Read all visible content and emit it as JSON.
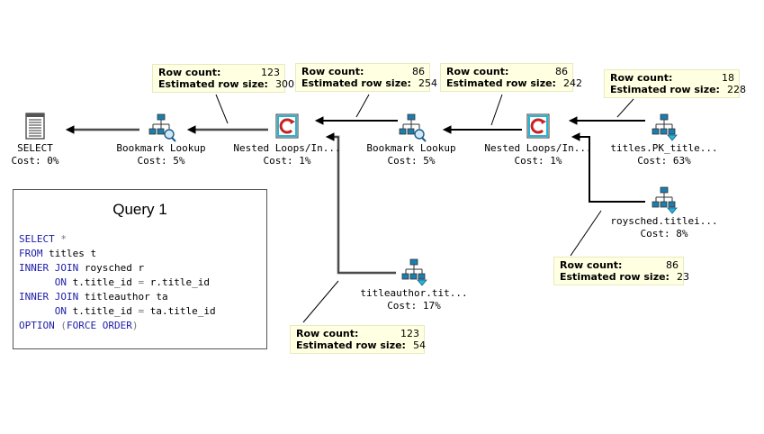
{
  "nodes": {
    "select": {
      "label": "SELECT",
      "cost": "Cost: 0%"
    },
    "bookmark1": {
      "label": "Bookmark Lookup",
      "cost": "Cost: 5%"
    },
    "nested1": {
      "label": "Nested Loops/In...",
      "cost": "Cost: 1%"
    },
    "bookmark2": {
      "label": "Bookmark Lookup",
      "cost": "Cost: 5%"
    },
    "nested2": {
      "label": "Nested Loops/In...",
      "cost": "Cost: 1%"
    },
    "titles": {
      "label": "titles.PK_title...",
      "cost": "Cost: 63%"
    },
    "roysched": {
      "label": "roysched.titlei...",
      "cost": "Cost: 8%"
    },
    "titleauthor": {
      "label": "titleauthor.tit...",
      "cost": "Cost: 17%"
    }
  },
  "tooltips": {
    "t1": {
      "row_count_label": "Row count:",
      "row_count": "123",
      "row_size_label": "Estimated row size:",
      "row_size": "300"
    },
    "t2": {
      "row_count_label": "Row count:",
      "row_count": "86",
      "row_size_label": "Estimated row size:",
      "row_size": "254"
    },
    "t3": {
      "row_count_label": "Row count:",
      "row_count": "86",
      "row_size_label": "Estimated row size:",
      "row_size": "242"
    },
    "t4": {
      "row_count_label": "Row count:",
      "row_count": "18",
      "row_size_label": "Estimated row size:",
      "row_size": "228"
    },
    "t5": {
      "row_count_label": "Row count:",
      "row_count": "86",
      "row_size_label": "Estimated row size:",
      "row_size": "23"
    },
    "t6": {
      "row_count_label": "Row count:",
      "row_count": "123",
      "row_size_label": "Estimated row size:",
      "row_size": "54"
    }
  },
  "query": {
    "title": "Query 1",
    "lines": [
      "SELECT *",
      "FROM titles t",
      "INNER JOIN roysched r",
      "      ON t.title_id = r.title_id",
      "INNER JOIN titleauthor ta",
      "      ON t.title_id = ta.title_id",
      "OPTION (FORCE ORDER)"
    ]
  },
  "colors": {
    "tooltip_bg": "#ffffe1",
    "keyword": "#1d1da8",
    "icon_blue": "#1a7fb0",
    "icon_cyan": "#21b7d6"
  },
  "icons": {
    "select": "select-statement-icon",
    "bookmark": "bookmark-lookup-icon",
    "nested": "nested-loops-icon",
    "index": "index-seek-icon"
  }
}
